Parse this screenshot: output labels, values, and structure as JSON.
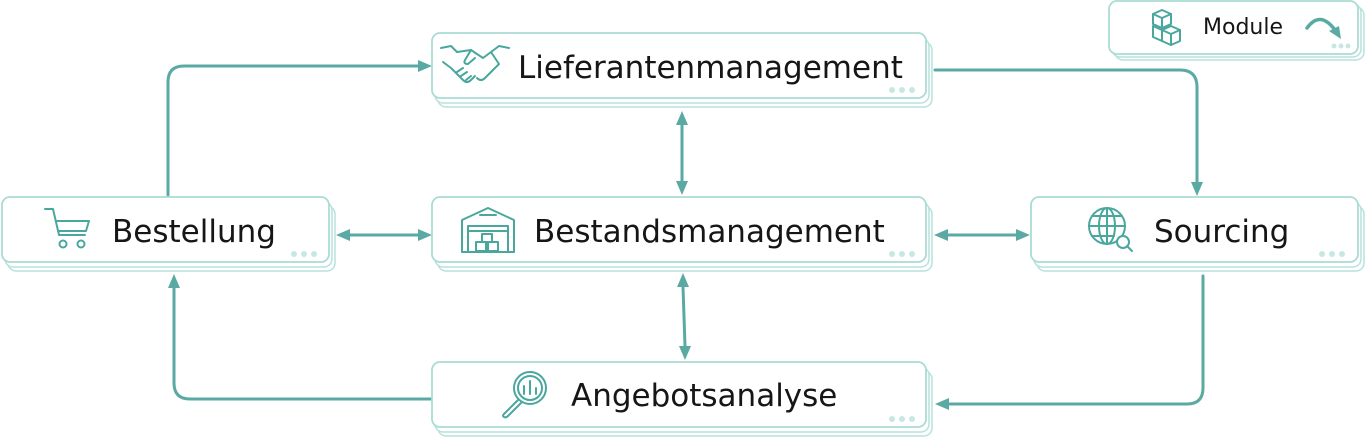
{
  "legend": {
    "label": "Module",
    "icon": "cubes-icon",
    "arrow_icon": "curved-arrow-icon"
  },
  "nodes": {
    "lieferantenmanagement": {
      "label": "Lieferantenmanagement",
      "icon": "handshake-icon"
    },
    "bestandsmanagement": {
      "label": "Bestandsmanagement",
      "icon": "warehouse-icon"
    },
    "bestellung": {
      "label": "Bestellung",
      "icon": "shopping-cart-icon"
    },
    "sourcing": {
      "label": "Sourcing",
      "icon": "globe-search-icon"
    },
    "angebotsanalyse": {
      "label": "Angebotsanalyse",
      "icon": "magnifier-chart-icon"
    }
  },
  "edges": [
    {
      "from": "Bestellung",
      "to": "Lieferantenmanagement",
      "direction": "one-way"
    },
    {
      "from": "Lieferantenmanagement",
      "to": "Sourcing",
      "direction": "one-way"
    },
    {
      "from": "Sourcing",
      "to": "Angebotsanalyse",
      "direction": "one-way"
    },
    {
      "from": "Angebotsanalyse",
      "to": "Bestellung",
      "direction": "one-way"
    },
    {
      "from": "Lieferantenmanagement",
      "to": "Bestandsmanagement",
      "direction": "two-way"
    },
    {
      "from": "Bestandsmanagement",
      "to": "Angebotsanalyse",
      "direction": "two-way"
    },
    {
      "from": "Bestellung",
      "to": "Bestandsmanagement",
      "direction": "two-way"
    },
    {
      "from": "Bestandsmanagement",
      "to": "Sourcing",
      "direction": "two-way"
    }
  ],
  "colors": {
    "accent": "#5aaaa3",
    "card_border": "#a9dcd4",
    "text": "#161616"
  }
}
